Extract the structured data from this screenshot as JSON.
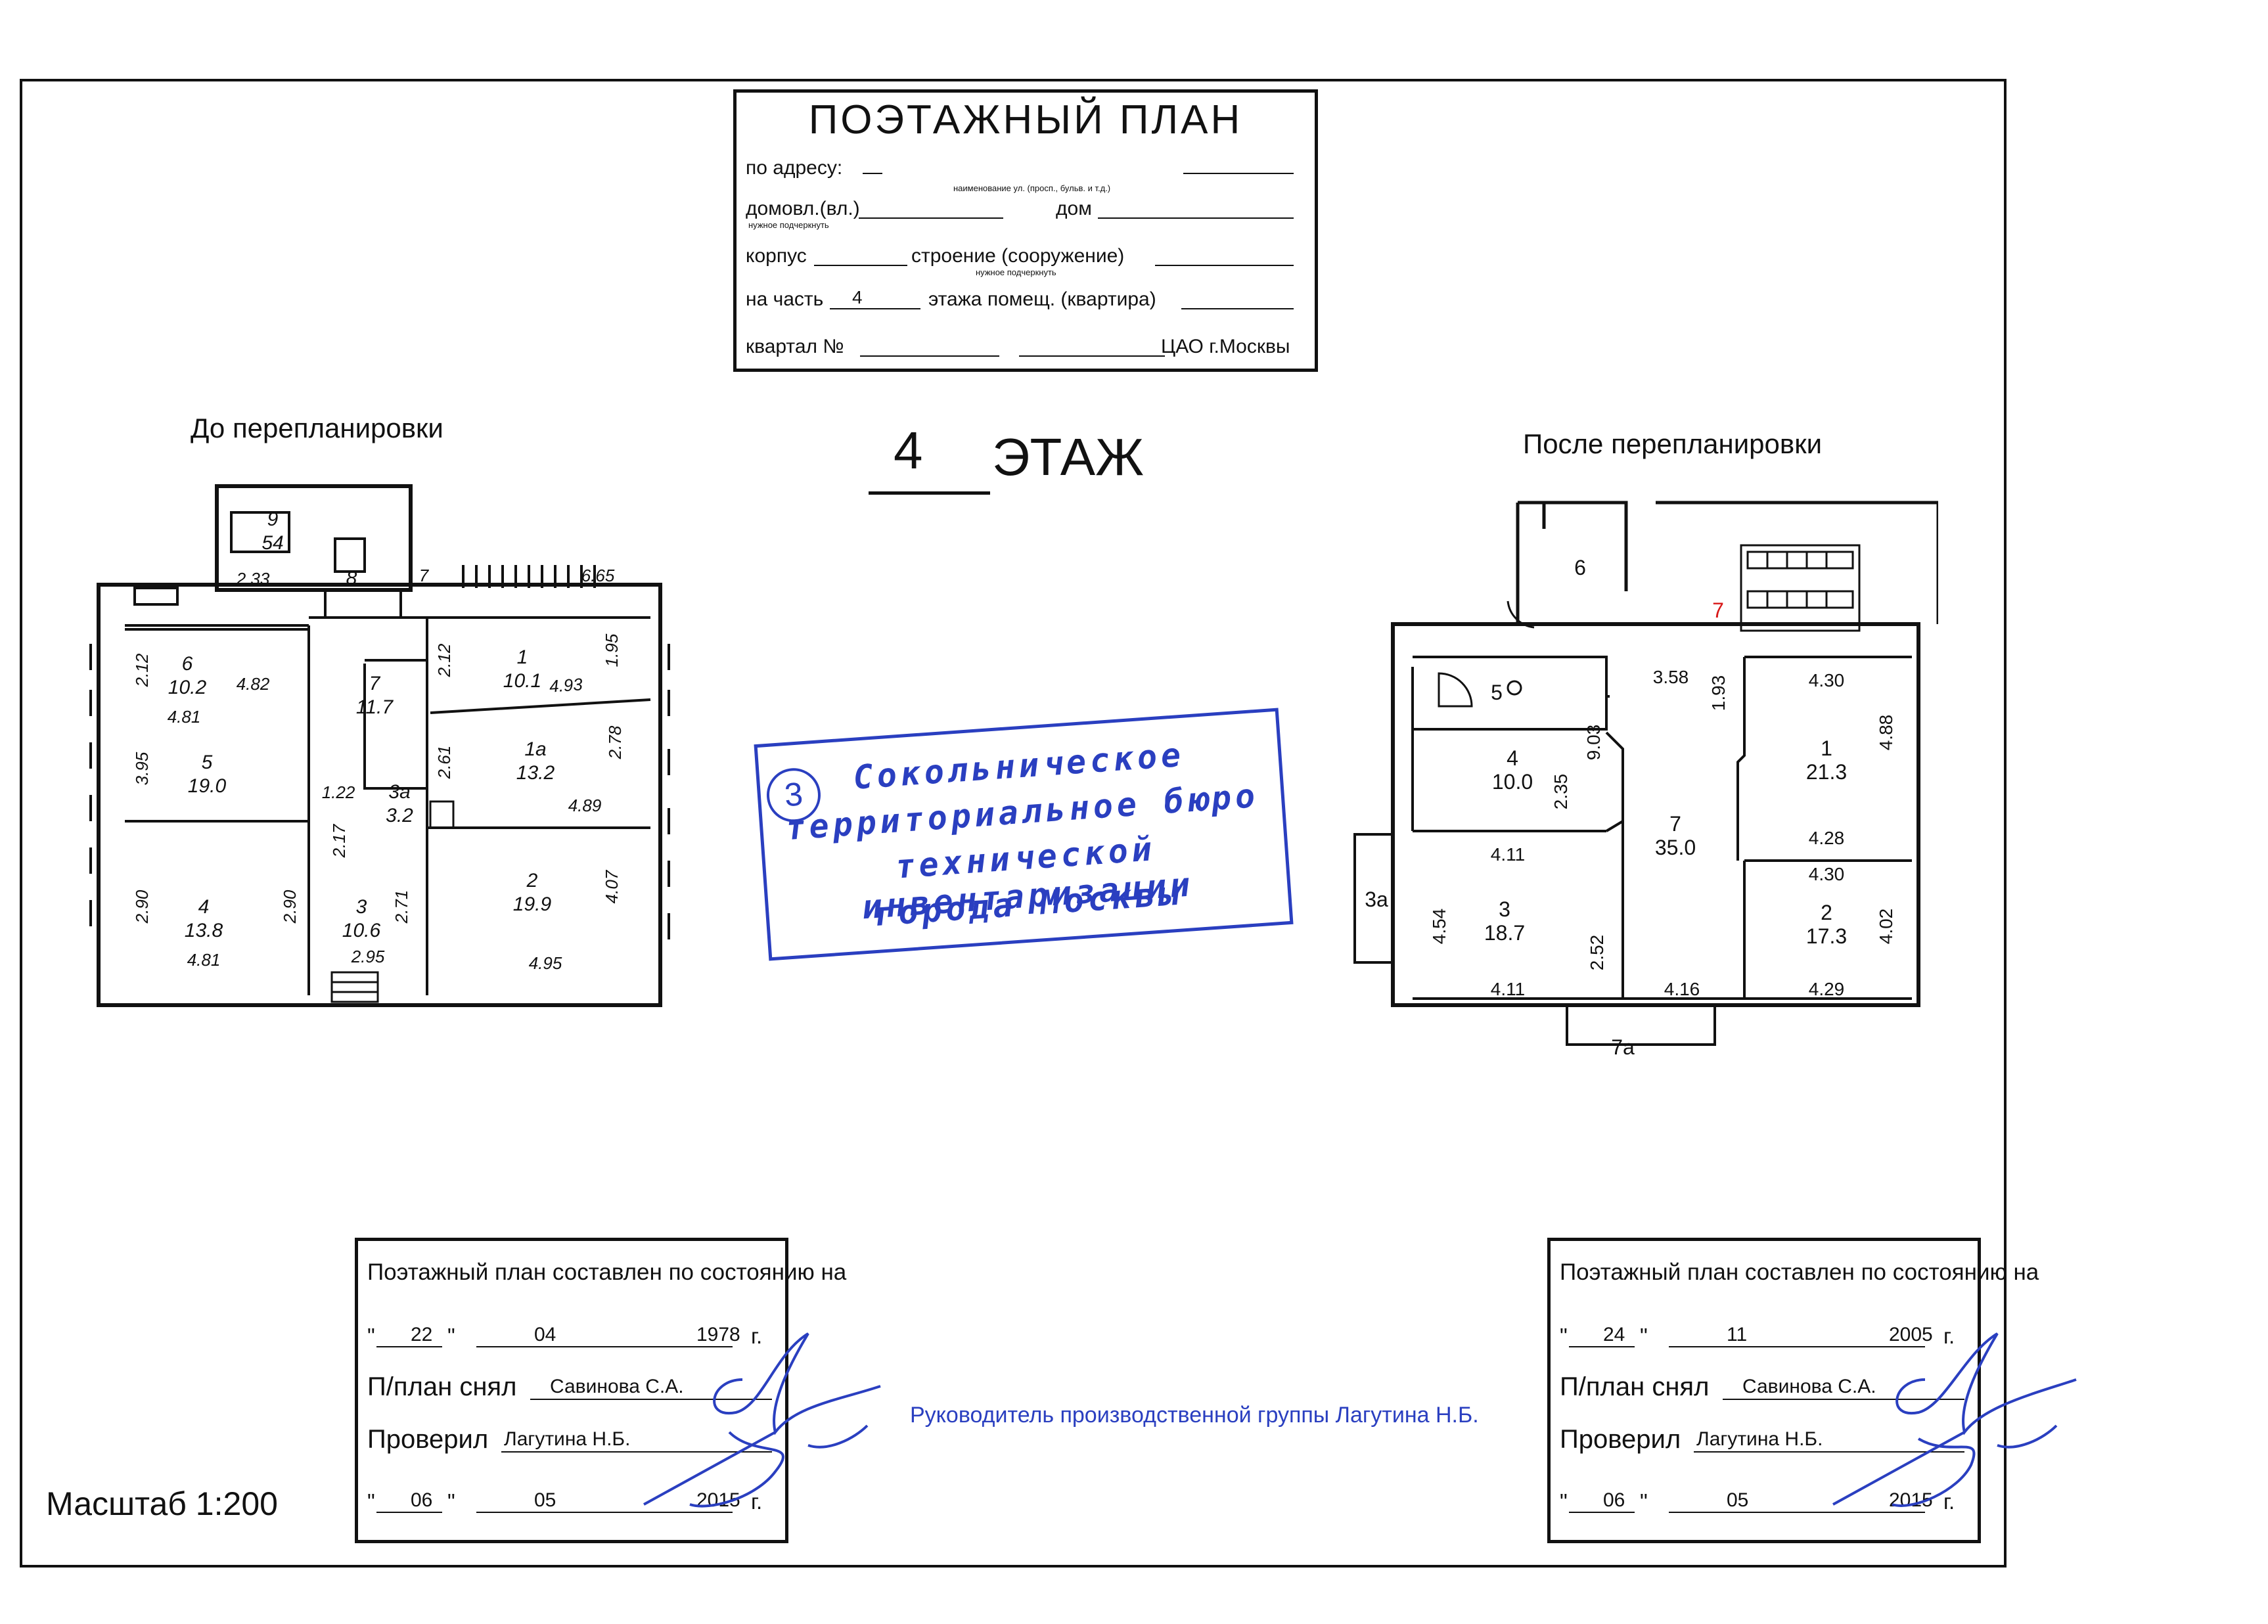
{
  "title_block": {
    "title": "ПОЭТАЖНЫЙ ПЛАН",
    "address_label": "по адресу:",
    "street_hint": "наименование ул. (просп., бульв. и т.д.)",
    "domovl_label": "домовл.(вл.)",
    "underline_hint_1": "нужное подчеркнуть",
    "dom_label": "дом",
    "korpus_label": "корпус",
    "stroenie_label": "строение (сооружение)",
    "underline_hint_2": "нужное подчеркнуть",
    "part_label": "на часть",
    "part_value": "4",
    "floor_label": "этажа помещ. (квартира)",
    "kvartal_label": "квартал №",
    "district": "ЦАО г.Москвы"
  },
  "before_caption": "До перепланировки",
  "after_caption": "После перепланировки",
  "floor_number": "4",
  "floor_word": "ЭТАЖ",
  "stamp": {
    "number": "3",
    "line1": "Сокольническое",
    "line2": "территориальное бюро",
    "line3": "технической инвентаризации",
    "line4": "города Москвы"
  },
  "before_plan": {
    "rooms": [
      {
        "num": "9",
        "area": "54"
      },
      {
        "num": "8",
        "area": ""
      },
      {
        "num": "7",
        "area": "11.7"
      },
      {
        "num": "6",
        "area": "10.2"
      },
      {
        "num": "5",
        "area": "19.0"
      },
      {
        "num": "4",
        "area": "13.8"
      },
      {
        "num": "3",
        "area": "10.6"
      },
      {
        "num": "3а",
        "area": "3.2"
      },
      {
        "num": "1",
        "area": "10.1"
      },
      {
        "num": "1а",
        "area": "13.2"
      },
      {
        "num": "2",
        "area": "19.9"
      }
    ],
    "dims": [
      "2.33",
      "7",
      "6.65",
      "2.12",
      "4.82",
      "2.12",
      "4.93",
      "1.95",
      "4.81",
      "3.95",
      "2.61",
      "2.78",
      "4.89",
      "1.22",
      "2.17",
      "2.90",
      "4.81",
      "2.90",
      "2.71",
      "2.95",
      "4.07",
      "4.95"
    ]
  },
  "after_plan": {
    "rooms": [
      {
        "num": "6",
        "area": ""
      },
      {
        "num": "7",
        "area": ""
      },
      {
        "num": "5",
        "area": ""
      },
      {
        "num": "4",
        "area": "10.0"
      },
      {
        "num": "7",
        "area": "35.0"
      },
      {
        "num": "1",
        "area": "21.3"
      },
      {
        "num": "3",
        "area": "18.7"
      },
      {
        "num": "2",
        "area": "17.3"
      },
      {
        "num": "3а",
        "area": ""
      },
      {
        "num": "7а",
        "area": ""
      }
    ],
    "dims": [
      "3.58",
      "1.93",
      "4.30",
      "9.03",
      "2.35",
      "4.88",
      "4.28",
      "4.11",
      "4.30",
      "4.54",
      "2.52",
      "4.02",
      "4.11",
      "4.16",
      "4.29"
    ]
  },
  "info_left": {
    "header": "Поэтажный план составлен по состоянию на",
    "day": "22",
    "month": "04",
    "year": "1978",
    "g": "г.",
    "surveyed_label": "П/план снял",
    "surveyed_by": "Савинова С.А.",
    "checked_label": "Проверил",
    "checked_by": "Лагутина Н.Б.",
    "day2": "06",
    "month2": "05",
    "year2": "2015",
    "g2": "г."
  },
  "info_right": {
    "header": "Поэтажный план составлен по состоянию на",
    "day": "24",
    "month": "11",
    "year": "2005",
    "g": "г.",
    "surveyed_label": "П/план снял",
    "surveyed_by": "Савинова С.А.",
    "checked_label": "Проверил",
    "checked_by": "Лагутина Н.Б.",
    "day2": "06",
    "month2": "05",
    "year2": "2015",
    "g2": "г."
  },
  "scale": "Масштаб 1:200",
  "head_note": "Руководитель производственной группы Лагутина Н.Б.",
  "colors": {
    "ink": "#111111",
    "stamp": "#2a3fc0",
    "red_label": "#d81818"
  }
}
